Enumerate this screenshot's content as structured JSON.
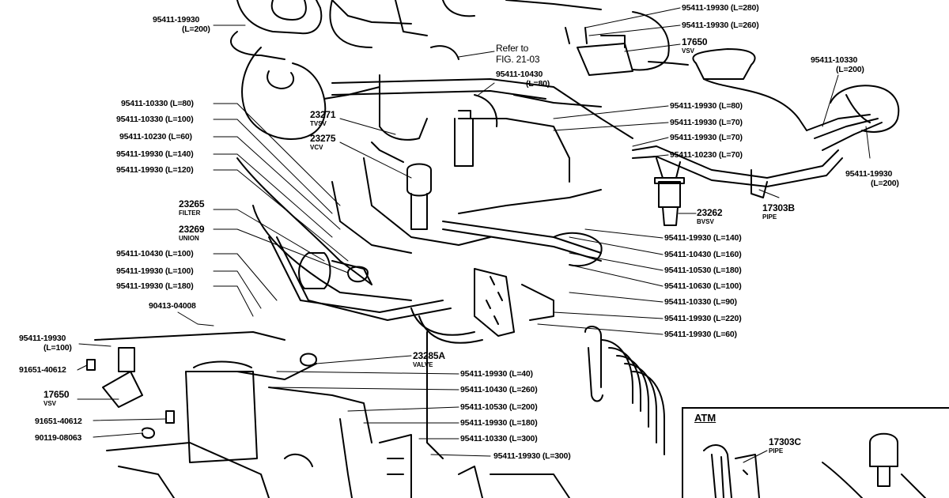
{
  "labels": [
    {
      "id": "p1",
      "text": "95411-19930"
    },
    {
      "id": "p1s",
      "text": "(L=200)"
    },
    {
      "id": "p2",
      "text": "95411-19930 (L=280)"
    },
    {
      "id": "p3",
      "text": "95411-19930 (L=260)"
    },
    {
      "id": "p4",
      "text": "17650"
    },
    {
      "id": "p4s",
      "text": "VSV"
    },
    {
      "id": "p5",
      "text": "95411-10330"
    },
    {
      "id": "p5s",
      "text": "(L=200)"
    },
    {
      "id": "p6",
      "text": "Refer to"
    },
    {
      "id": "p6b",
      "text": "FIG. 21-03"
    },
    {
      "id": "p7",
      "text": "95411-10430"
    },
    {
      "id": "p7s",
      "text": "(L=80)"
    },
    {
      "id": "p8",
      "text": "95411-10330 (L=80)"
    },
    {
      "id": "p9",
      "text": "95411-10330 (L=100)"
    },
    {
      "id": "p10",
      "text": "95411-10230 (L=60)"
    },
    {
      "id": "p11",
      "text": "95411-19930 (L=140)"
    },
    {
      "id": "p12",
      "text": "95411-19930 (L=120)"
    },
    {
      "id": "p13",
      "text": "23271"
    },
    {
      "id": "p13s",
      "text": "TVSV"
    },
    {
      "id": "p14",
      "text": "23275"
    },
    {
      "id": "p14s",
      "text": "VCV"
    },
    {
      "id": "p15",
      "text": "95411-19930 (L=80)"
    },
    {
      "id": "p16",
      "text": "95411-19930 (L=70)"
    },
    {
      "id": "p17",
      "text": "95411-19930 (L=70)"
    },
    {
      "id": "p18",
      "text": "95411-10230 (L=70)"
    },
    {
      "id": "p19",
      "text": "95411-19930"
    },
    {
      "id": "p19s",
      "text": "(L=200)"
    },
    {
      "id": "p20",
      "text": "23265"
    },
    {
      "id": "p20s",
      "text": "FILTER"
    },
    {
      "id": "p21",
      "text": "23269"
    },
    {
      "id": "p21s",
      "text": "UNION"
    },
    {
      "id": "p22",
      "text": "23262"
    },
    {
      "id": "p22s",
      "text": "BVSV"
    },
    {
      "id": "p23",
      "text": "17303B"
    },
    {
      "id": "p23s",
      "text": "PIPE"
    },
    {
      "id": "p24",
      "text": "95411-19930 (L=140)"
    },
    {
      "id": "p25",
      "text": "95411-10430 (L=160)"
    },
    {
      "id": "p26",
      "text": "95411-10530 (L=180)"
    },
    {
      "id": "p27",
      "text": "95411-10630 (L=100)"
    },
    {
      "id": "p28",
      "text": "95411-10330 (L=90)"
    },
    {
      "id": "p29",
      "text": "95411-19930 (L=220)"
    },
    {
      "id": "p30",
      "text": "95411-19930 (L=60)"
    },
    {
      "id": "p31",
      "text": "95411-10430 (L=100)"
    },
    {
      "id": "p32",
      "text": "95411-19930 (L=100)"
    },
    {
      "id": "p33",
      "text": "95411-19930 (L=180)"
    },
    {
      "id": "p34",
      "text": "90413-04008"
    },
    {
      "id": "p35",
      "text": "95411-19930"
    },
    {
      "id": "p35s",
      "text": "(L=100)"
    },
    {
      "id": "p36",
      "text": "91651-40612"
    },
    {
      "id": "p37",
      "text": "17650"
    },
    {
      "id": "p37s",
      "text": "VSV"
    },
    {
      "id": "p38",
      "text": "91651-40612"
    },
    {
      "id": "p39",
      "text": "90119-08063"
    },
    {
      "id": "p40",
      "text": "23285A"
    },
    {
      "id": "p40s",
      "text": "VALVE"
    },
    {
      "id": "p41",
      "text": "95411-19930 (L=40)"
    },
    {
      "id": "p42",
      "text": "95411-10430 (L=260)"
    },
    {
      "id": "p43",
      "text": "95411-10530 (L=200)"
    },
    {
      "id": "p44",
      "text": "95411-19930 (L=180)"
    },
    {
      "id": "p45",
      "text": "95411-10330 (L=300)"
    },
    {
      "id": "p46",
      "text": "95411-19930 (L=300)"
    },
    {
      "id": "p47",
      "text": "ATM"
    },
    {
      "id": "p48",
      "text": "17303C"
    },
    {
      "id": "p48s",
      "text": "PIPE"
    }
  ]
}
